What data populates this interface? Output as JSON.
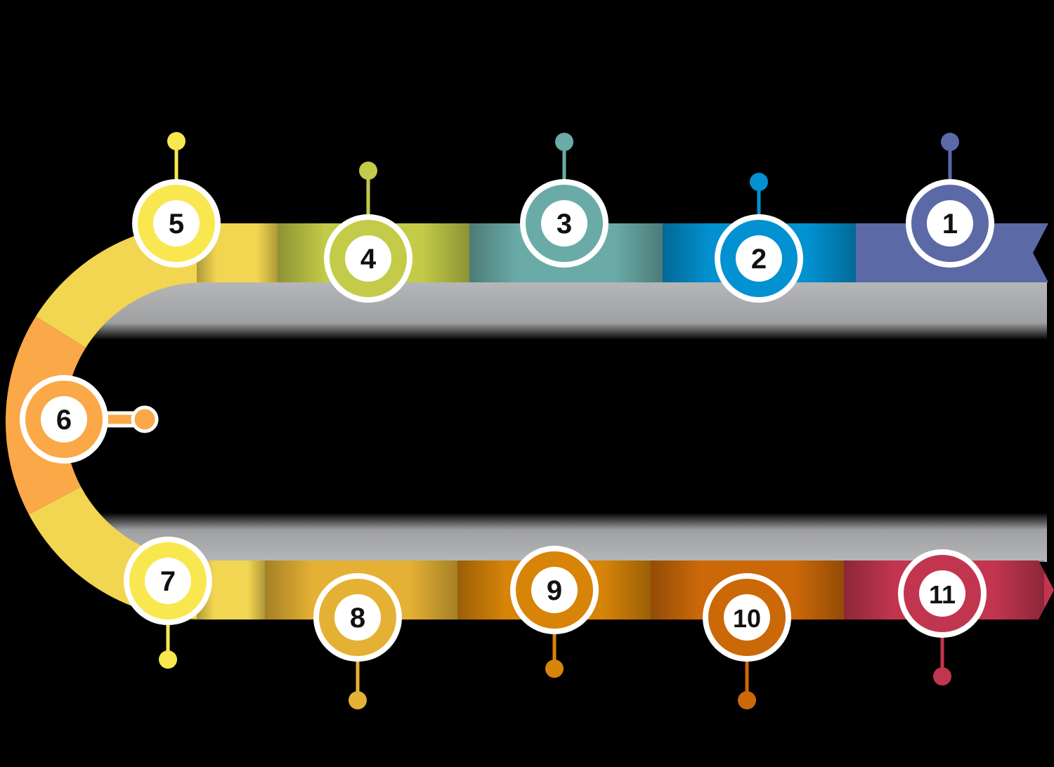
{
  "background": "#000000",
  "top_road": [
    {
      "id": "1",
      "color": "#5b69a6"
    },
    {
      "id": "2",
      "color": "#0291d1"
    },
    {
      "id": "3",
      "color": "#6aaba7"
    },
    {
      "id": "4",
      "color": "#c3cb48"
    },
    {
      "id": "5",
      "color": "#f2d550"
    }
  ],
  "curve_colors": {
    "upper": "#f2d550",
    "middle": "#fba848",
    "lower": "#f2d550"
  },
  "bottom_road": [
    {
      "id": "7",
      "color": "#f2d550"
    },
    {
      "id": "8",
      "color": "#e5b134"
    },
    {
      "id": "9",
      "color": "#d78409"
    },
    {
      "id": "10",
      "color": "#cb6808"
    },
    {
      "id": "11",
      "color": "#c2354f"
    }
  ],
  "steps": [
    {
      "number": "1",
      "color": "#5b69a6",
      "pin": "up"
    },
    {
      "number": "2",
      "color": "#0291d1",
      "pin": "up"
    },
    {
      "number": "3",
      "color": "#6aaba7",
      "pin": "up"
    },
    {
      "number": "4",
      "color": "#c3cb48",
      "pin": "up"
    },
    {
      "number": "5",
      "color": "#f9e74f",
      "pin": "up"
    },
    {
      "number": "6",
      "color": "#fba848",
      "pin": "right"
    },
    {
      "number": "7",
      "color": "#f9e74f",
      "pin": "down"
    },
    {
      "number": "8",
      "color": "#e5b134",
      "pin": "down"
    },
    {
      "number": "9",
      "color": "#d78409",
      "pin": "down"
    },
    {
      "number": "10",
      "color": "#cb6808",
      "pin": "down"
    },
    {
      "number": "11",
      "color": "#c2354f",
      "pin": "down"
    }
  ],
  "shadow_color": "#a9aaac"
}
